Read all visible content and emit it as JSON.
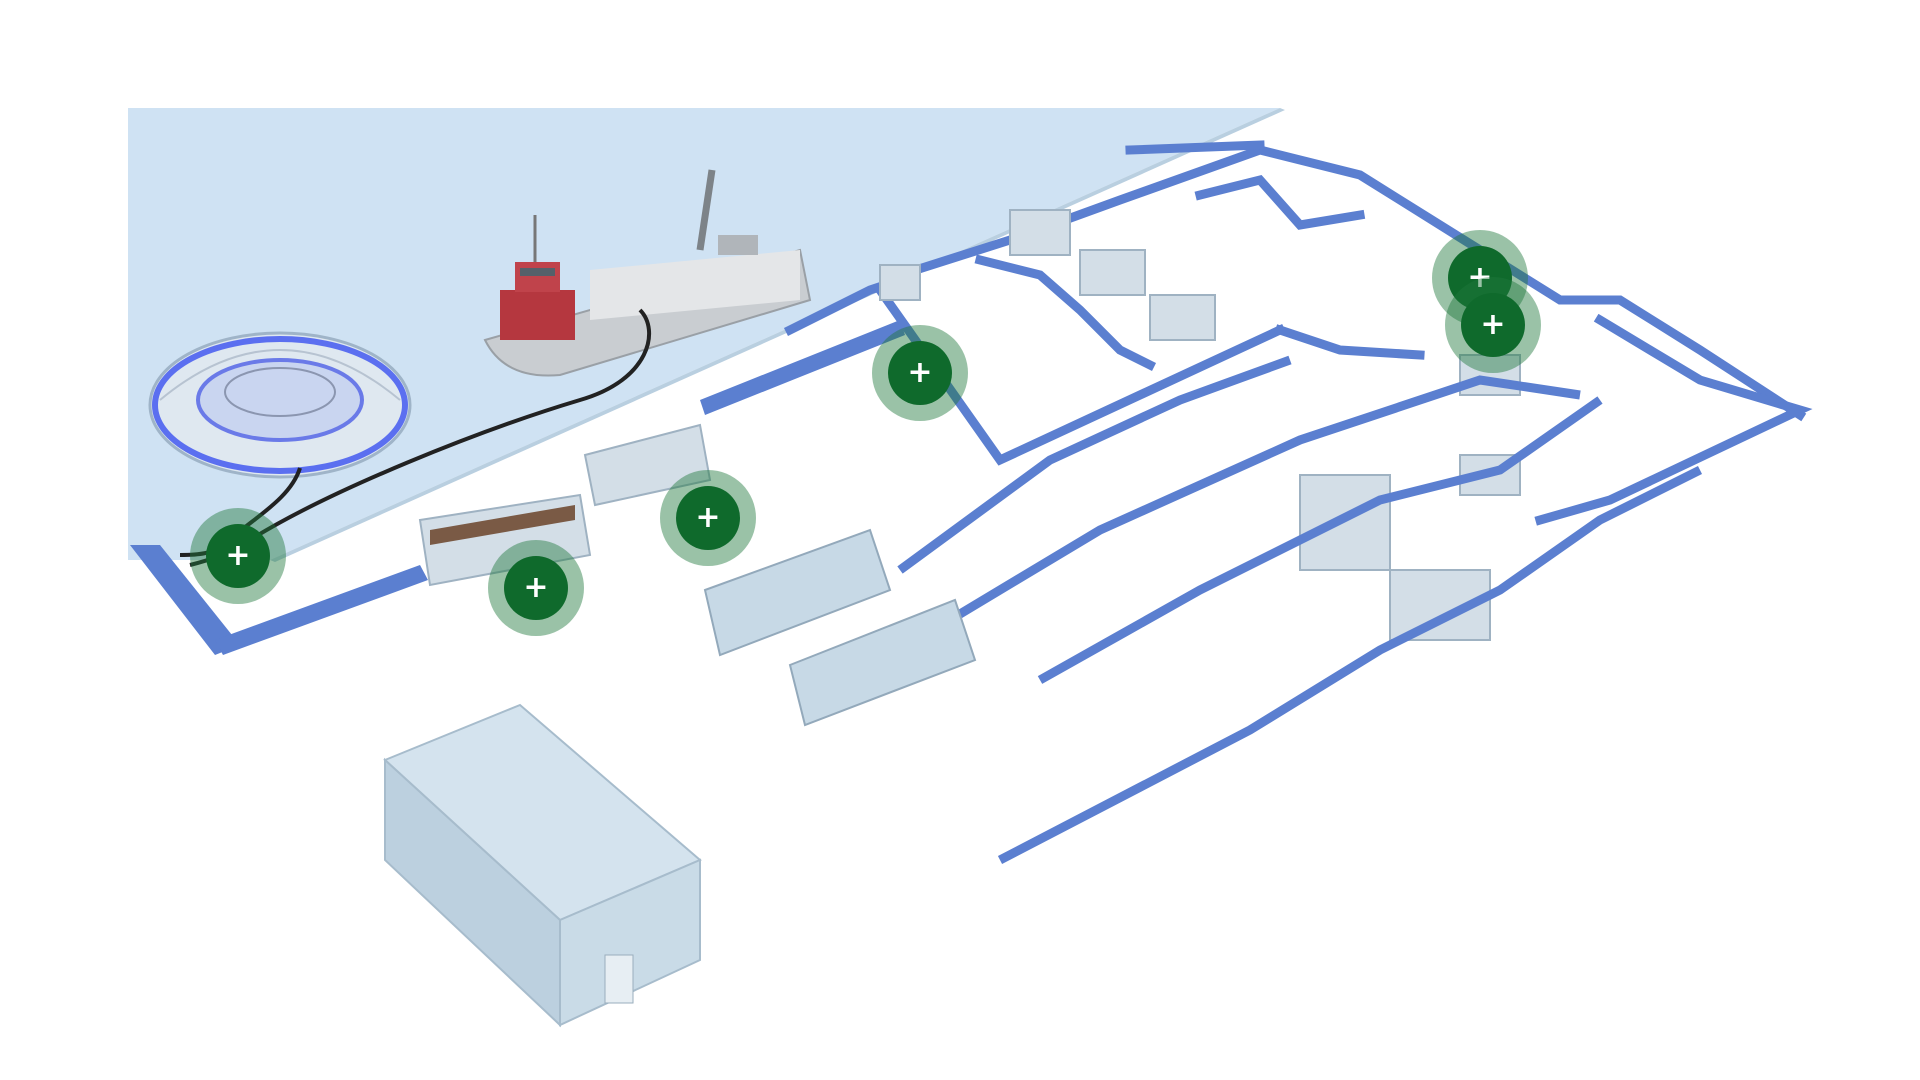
{
  "colors": {
    "water": "#cfe2f3",
    "floor": "#ffffff",
    "conveyor": "#5b7fd0",
    "machine": "#d3dee7",
    "boat_hull": "#c9cdd1",
    "boat_cabin": "#b5373f",
    "pen_ring": "#5b6ff0",
    "cold_store": "#c7d9e6",
    "hotspot_ring": "#1e783c",
    "hotspot_core": "#0f6a2c"
  },
  "hotspots": [
    {
      "id": "fish-pen",
      "icon": "plus-icon",
      "label": "+"
    },
    {
      "id": "stunning-bleeding",
      "icon": "plus-icon",
      "label": "+"
    },
    {
      "id": "gutting",
      "icon": "plus-icon",
      "label": "+"
    },
    {
      "id": "grading",
      "icon": "plus-icon",
      "label": "+"
    },
    {
      "id": "filleting",
      "icon": "plus-icon",
      "label": "+"
    },
    {
      "id": "packing",
      "icon": "plus-icon",
      "label": "+"
    }
  ]
}
